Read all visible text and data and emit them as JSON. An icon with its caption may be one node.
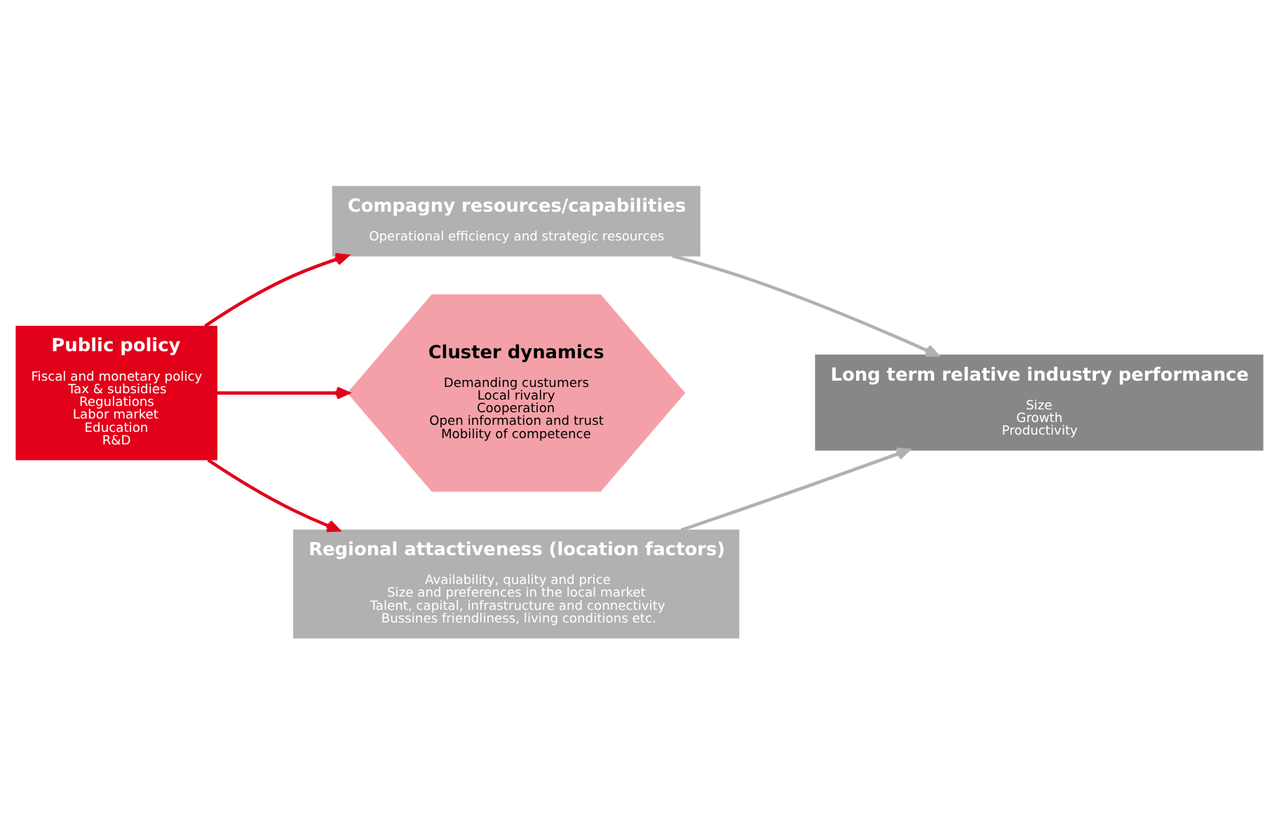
{
  "diagram": {
    "nodes": [
      {
        "text": [
          "Public policy",
          "Fiscal and monetary policy",
          "Tax & subsidies",
          "Regulations",
          "Labor market",
          "Education",
          "R&D"
        ]
      },
      {
        "text": [
          "Compagny resources/capabilities",
          "Operational efficiency and strategic resources"
        ]
      },
      {
        "text": [
          "Cluster dynamics",
          "Demanding custumers",
          "Local rivalry",
          "Cooperation",
          "Open information and trust",
          "Mobility of competence"
        ]
      },
      {
        "text": [
          "Regional attactiveness (location factors)",
          "Availability, quality and price",
          "Size and preferences in the local market",
          "Talent, capital, infrastructure and connectivity",
          "Bussines friendliness, living conditions etc."
        ]
      },
      {
        "text": [
          "Long term relative industry performance",
          "Size",
          "Growth",
          "Productivity"
        ]
      }
    ],
    "edges": [
      {
        "from": 0,
        "to": 1,
        "arrow": "to"
      },
      {
        "from": 0,
        "to": 2,
        "arrow": "to"
      },
      {
        "from": 0,
        "to": 3,
        "arrow": "to"
      },
      {
        "from": 1,
        "to": 4,
        "arrow": "to",
        "color": "#b1b1b1"
      },
      {
        "from": 3,
        "to": 4,
        "arrow": "to",
        "color": "#b1b1b1"
      }
    ]
  }
}
